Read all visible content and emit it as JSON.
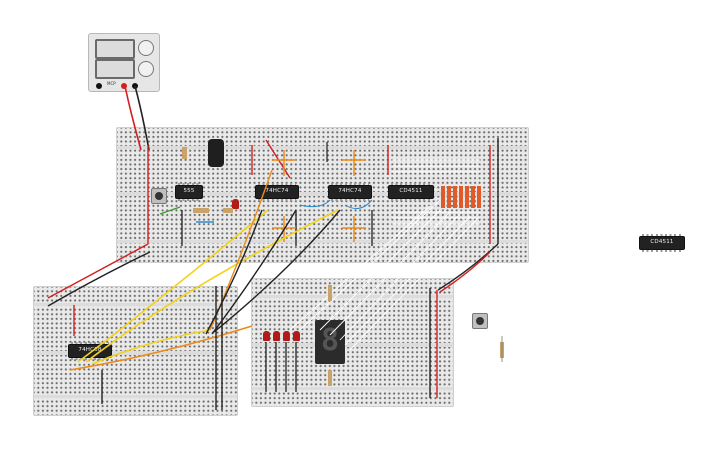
{
  "power_supply": {
    "brand": "MCP"
  },
  "components": {
    "chips": [
      {
        "id": "ic-555",
        "label": "555"
      },
      {
        "id": "ic-74hc74-a",
        "label": "74HC74"
      },
      {
        "id": "ic-74hc74-b",
        "label": "74HC74"
      },
      {
        "id": "ic-cd4511-main",
        "label": "CD4511"
      },
      {
        "id": "ic-74hc08",
        "label": "74HC08"
      },
      {
        "id": "ic-cd4511-loose",
        "label": "CD4511"
      }
    ],
    "seven_segment": {
      "digit": "8"
    }
  },
  "colors": {
    "wire_red": "#d41f1f",
    "wire_black": "#222222",
    "wire_yellow": "#f2d21b",
    "wire_orange": "#ef8a17",
    "wire_white": "#ffffff",
    "wire_blue": "#2a8cd1",
    "wire_green": "#3a9d2a",
    "breadboard": "#e9e9e9",
    "led_red": "#b21a1a"
  }
}
